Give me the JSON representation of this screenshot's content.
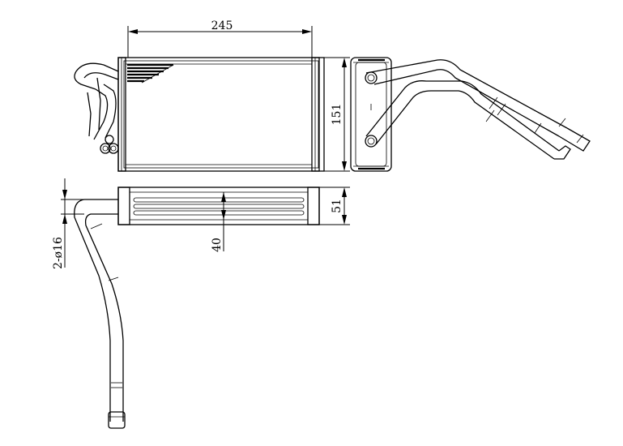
{
  "dimensions": {
    "width_label": "245",
    "height_label": "151",
    "depth_label": "51",
    "core_label": "40",
    "pipe_label": "2-ø16"
  }
}
